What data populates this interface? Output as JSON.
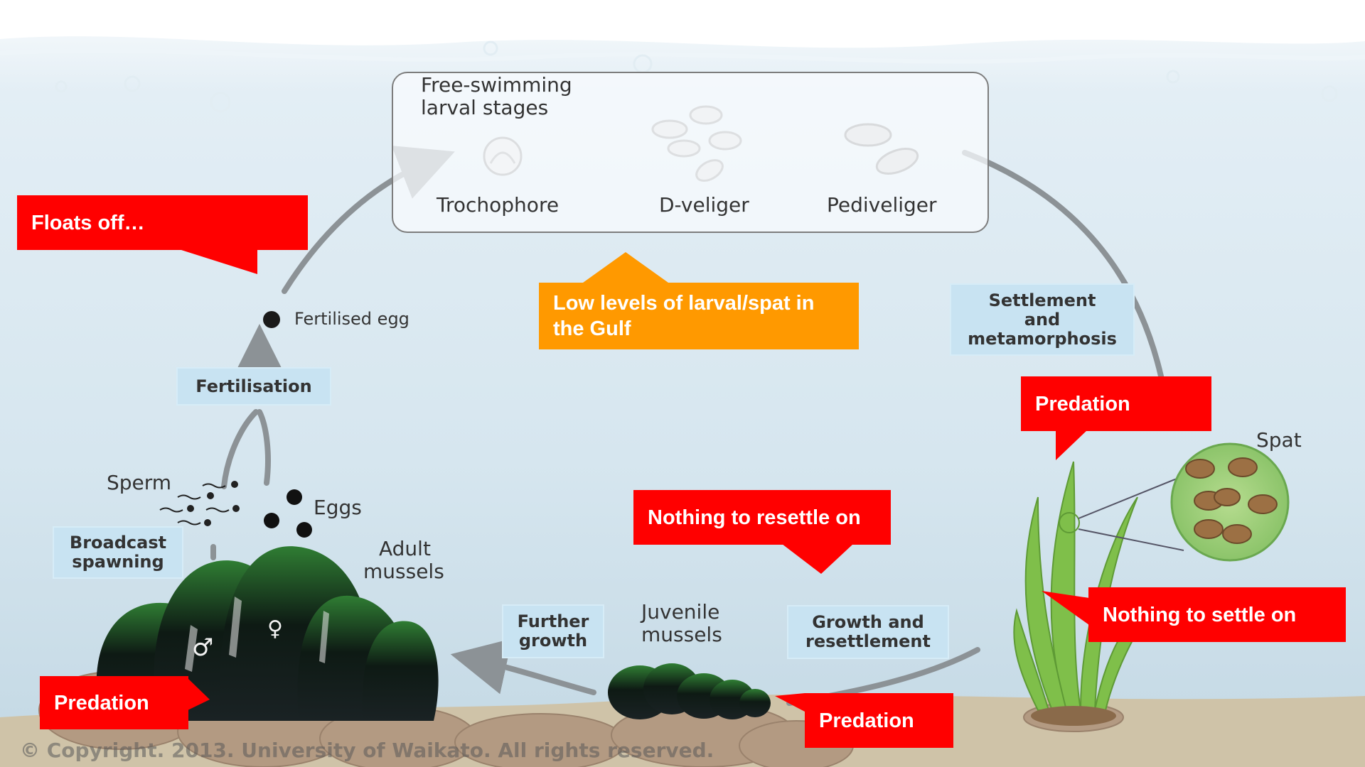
{
  "larval_box": {
    "title_line1": "Free-swimming",
    "title_line2": "larval stages",
    "stage_trochophore": "Trochophore",
    "stage_dveliger": "D-veliger",
    "stage_pediveliger": "Pediveliger"
  },
  "labels": {
    "fertilised_egg": "Fertilised egg",
    "sperm": "Sperm",
    "eggs": "Eggs",
    "adult_mussels_line1": "Adult",
    "adult_mussels_line2": "mussels",
    "juvenile_mussels_line1": "Juvenile",
    "juvenile_mussels_line2": "mussels",
    "spat": "Spat",
    "male_symbol": "♂",
    "female_symbol": "♀"
  },
  "stage_boxes": {
    "fertilisation": "Fertilisation",
    "broadcast_spawning_line1": "Broadcast",
    "broadcast_spawning_line2": "spawning",
    "settlement_line1": "Settlement",
    "settlement_line2": "and",
    "settlement_line3": "metamorphosis",
    "growth_line1": "Growth and",
    "growth_line2": "resettlement",
    "further_line1": "Further",
    "further_line2": "growth"
  },
  "callouts": {
    "floats_off": "Floats off…",
    "low_levels_line1": "Low levels of larval/spat in",
    "low_levels_line2": "the Gulf",
    "predation_spat": "Predation",
    "nothing_to_resettle": "Nothing to resettle on",
    "nothing_to_settle": "Nothing to settle on",
    "predation_adult": "Predation",
    "predation_juvenile": "Predation"
  },
  "copyright": "© Copyright. 2013. University of Waikato. All rights reserved.",
  "colors": {
    "callout_red": "#ff0000",
    "callout_orange": "#ff9900",
    "stage_box_blue": "#c8e3f2",
    "water_top": "#ffffff",
    "water_bottom": "#c9dde8",
    "mussel_green": "#2e7d32"
  }
}
